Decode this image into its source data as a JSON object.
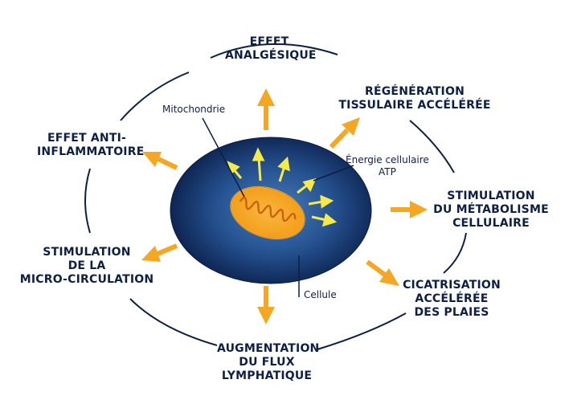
{
  "colors": {
    "ring": "#0d1f45",
    "arrow": "#f5a623",
    "inner_arrow": "#f6e94a",
    "cell_center": "#3b6aa8",
    "cell_edge": "#0b1f4a",
    "mitochondria": "#f6a51f"
  },
  "effects": {
    "top": [
      "EFFET",
      "ANALGÉSIQUE"
    ],
    "top_right": [
      "RÉGÉNÉRATION",
      "TISSULAIRE  ACCÉLÉRÉE"
    ],
    "right": [
      "STIMULATION",
      "DU MÉTABOLISME",
      "CELLULAIRE"
    ],
    "bottom_right": [
      "CICATRISATION",
      "ACCÉLÉRÉE",
      "DES PLAIES"
    ],
    "bottom": [
      "AUGMENTATION",
      "DU FLUX",
      "LYMPHATIQUE"
    ],
    "left": [
      "STIMULATION",
      "DE LA",
      "MICRO-CIRCULATION"
    ],
    "top_left": [
      "EFFET ANTI-",
      "INFLAMMATOIRE"
    ]
  },
  "labels": {
    "mitochondria": "Mitochondrie",
    "energy": [
      "Énergie cellulaire",
      "ATP"
    ],
    "cell": "Cellule"
  }
}
